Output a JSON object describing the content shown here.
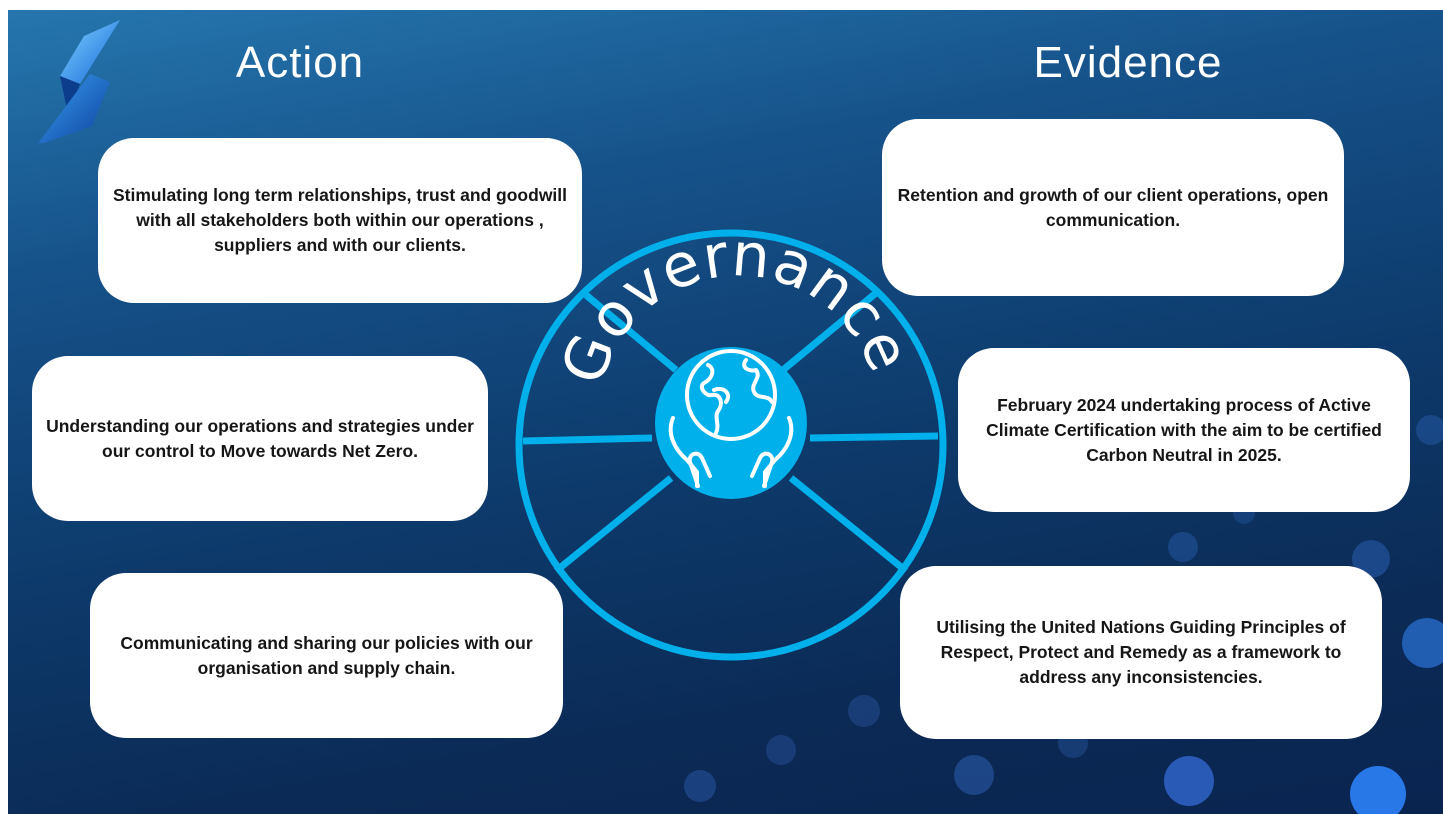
{
  "headings": {
    "action": "Action",
    "evidence": "Evidence"
  },
  "center": {
    "label": "Governance",
    "icon": "globe-in-hands-icon",
    "accent_color": "#00b0ea"
  },
  "logo": {
    "icon": "company-logo-s-mark"
  },
  "action_items": [
    "Stimulating long term relationships, trust and goodwill with all stakeholders both within our operations , suppliers and with our clients.",
    "Understanding our operations and strategies under our control to Move towards Net Zero.",
    "Communicating and sharing our policies with our organisation and supply chain."
  ],
  "evidence_items": [
    "Retention and growth of our client operations, open communication.",
    "February 2024 undertaking process of Active Climate Certification with the aim to be certified Carbon Neutral in 2025.",
    "Utilising the United Nations Guiding Principles of Respect, Protect and Remedy as a framework to address any inconsistencies."
  ],
  "colors": {
    "background_top": "#2676ae",
    "background_bottom": "#0a2450",
    "card": "#ffffff",
    "text": "#161616"
  }
}
